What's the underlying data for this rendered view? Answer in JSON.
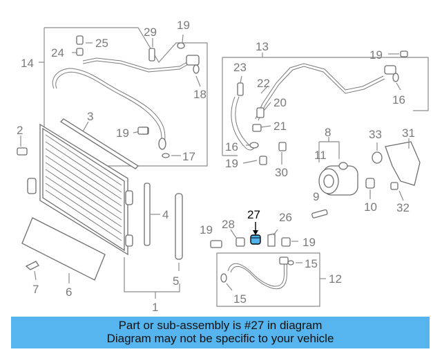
{
  "banner": {
    "line1": "Part or sub-assembly is #27 in diagram",
    "line2": "Diagram may not be specific to your vehicle",
    "color": "#56b4ee"
  },
  "callouts": {
    "c1": "1",
    "c2": "2",
    "c3": "3",
    "c4": "4",
    "c5": "5",
    "c6": "6",
    "c7": "7",
    "c8": "8",
    "c9": "9",
    "c10": "10",
    "c11": "11",
    "c12": "12",
    "c13": "13",
    "c14": "14",
    "c15a": "15",
    "c15b": "15",
    "c16a": "16",
    "c16b": "16",
    "c17": "17",
    "c18": "18",
    "c19a": "19",
    "c19b": "19",
    "c19c": "19",
    "c19d": "19",
    "c19e": "19",
    "c19f": "19",
    "c20": "20",
    "c21": "21",
    "c22": "22",
    "c23": "23",
    "c24": "24",
    "c25": "25",
    "c26": "26",
    "c27": "27",
    "c28": "28",
    "c29": "29",
    "c30": "30",
    "c31": "31",
    "c32": "32",
    "c33": "33"
  },
  "highlight_color": "#4fb3ea"
}
